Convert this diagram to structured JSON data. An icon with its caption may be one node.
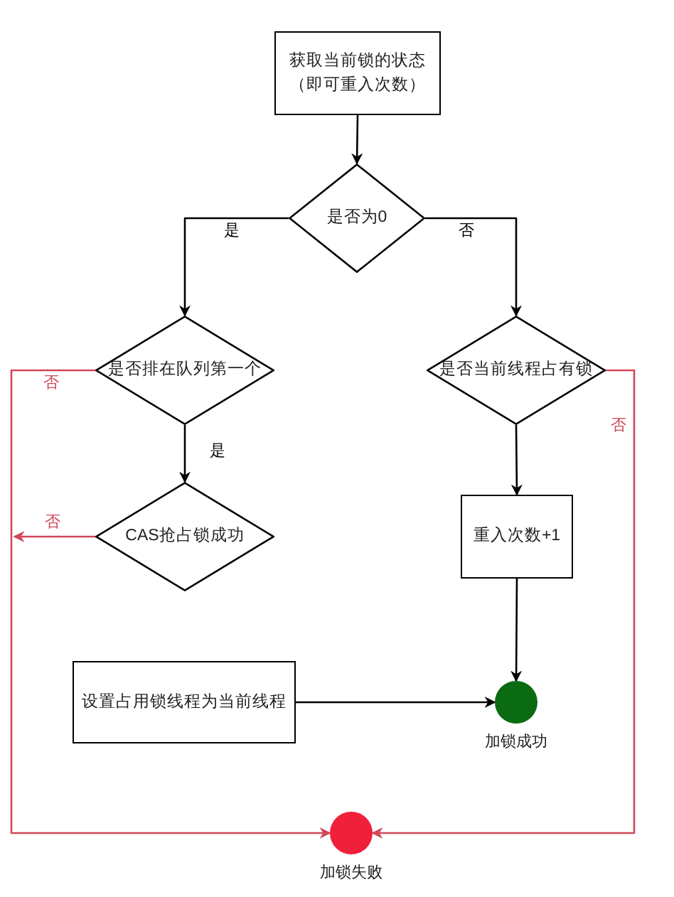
{
  "diagram": {
    "nodes": [
      {
        "text": [
          "获取当前锁的状态（即可重入次数）"
        ]
      },
      {
        "text": [
          "是否为0"
        ]
      },
      {
        "text": [
          "是否排在队列第一个"
        ]
      },
      {
        "text": [
          "是否当前线程占有锁"
        ]
      },
      {
        "text": [
          "CAS抢占锁成功"
        ]
      },
      {
        "text": [
          "重入次数+1"
        ]
      },
      {
        "text": [
          "设置占用锁线程为当前线程"
        ]
      },
      {
        "text": [],
        "shape": "circle",
        "beside": [
          "加锁成功"
        ]
      },
      {
        "text": [],
        "shape": "circle",
        "beside": [
          "加锁失败"
        ]
      }
    ],
    "edges": [
      {
        "from": 0,
        "to": 1,
        "arrow": "to"
      },
      {
        "from": 1,
        "to": 2,
        "arrow": "to",
        "label": "是"
      },
      {
        "from": 1,
        "to": 3,
        "arrow": "to",
        "label": "否"
      },
      {
        "from": 2,
        "to": 4,
        "arrow": "to",
        "label": "是"
      },
      {
        "from": 2,
        "to": 8,
        "arrow": "to",
        "label": "否",
        "color": "#d0475a"
      },
      {
        "from": 4,
        "to": null,
        "arrow": "to",
        "label": "否",
        "color": "#d0475a"
      },
      {
        "from": 3,
        "to": 5,
        "arrow": "to"
      },
      {
        "from": 3,
        "to": 8,
        "arrow": "to",
        "label": "否",
        "color": "#d0475a"
      },
      {
        "from": 5,
        "to": 7,
        "arrow": "to"
      },
      {
        "from": 6,
        "to": 7,
        "arrow": "to"
      }
    ]
  }
}
